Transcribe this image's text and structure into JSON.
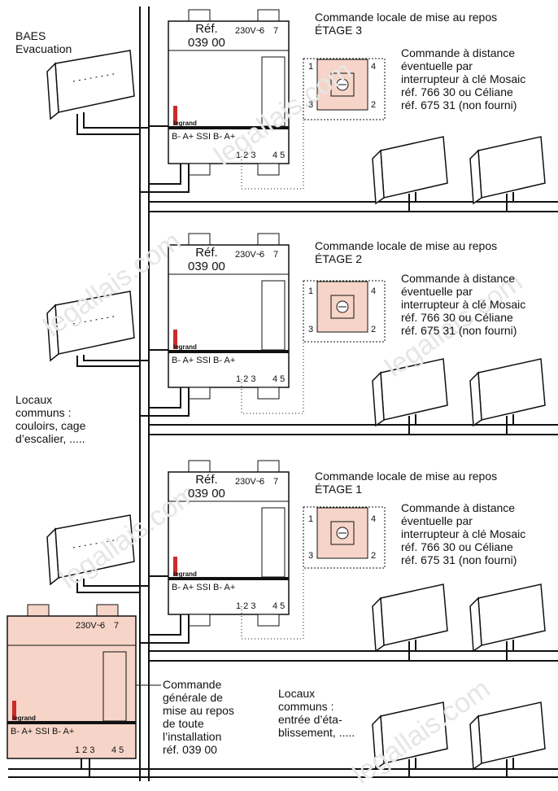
{
  "labels": {
    "baes": [
      "BAES",
      "Evacuation"
    ],
    "locaux_top": [
      "Locaux",
      "communs :",
      "couloirs, cage",
      "d’escalier, ....."
    ],
    "locaux_bottom": [
      "Locaux",
      "communs :",
      "entrée d’éta-",
      "blissement, ....."
    ],
    "general": [
      "Commande",
      "générale de",
      "mise au repos",
      "de toute",
      "l’installation",
      "réf. 039 00"
    ]
  },
  "modules": [
    {
      "ref_line1": "Réf.",
      "ref_line2": "039 00"
    },
    {
      "ref_line1": "Réf.",
      "ref_line2": "039 00"
    },
    {
      "ref_line1": "Réf.",
      "ref_line2": "039 00"
    }
  ],
  "floors": [
    {
      "local_title": "Commande locale de mise au repos",
      "floor_name": "ÉTAGE 3",
      "remote": [
        "Commande à distance",
        "éventuelle par",
        "interrupteur à clé Mosaic",
        "réf. 766 30 ou Céliane",
        "réf. 675 31 (non fourni)"
      ]
    },
    {
      "local_title": "Commande locale de mise au repos",
      "floor_name": "ÉTAGE 2",
      "remote": [
        "Commande à distance",
        "éventuelle par",
        "interrupteur à clé Mosaic",
        "réf. 766 30 ou Céliane",
        "réf. 675 31 (non fourni)"
      ]
    },
    {
      "local_title": "Commande locale de mise au repos",
      "floor_name": "ÉTAGE 1",
      "remote": [
        "Commande à distance",
        "éventuelle par",
        "interrupteur à clé Mosaic",
        "réf. 766 30 ou Céliane",
        "réf. 675 31 (non fourni)"
      ]
    }
  ],
  "switch_terminals": [
    "1",
    "4",
    "3",
    "2"
  ],
  "module_text": {
    "voltage": "230V~",
    "t6": "6",
    "t7": "7",
    "bottom_labels": "B- A+ SSI   B- A+",
    "nums_left": "1 2 3",
    "nums_right": "4 5",
    "brand": "legrand"
  },
  "watermark": "legallais.com",
  "colors": {
    "housing": "#f6d5c8",
    "line": "#111111",
    "accent": "#cc2b2b"
  }
}
